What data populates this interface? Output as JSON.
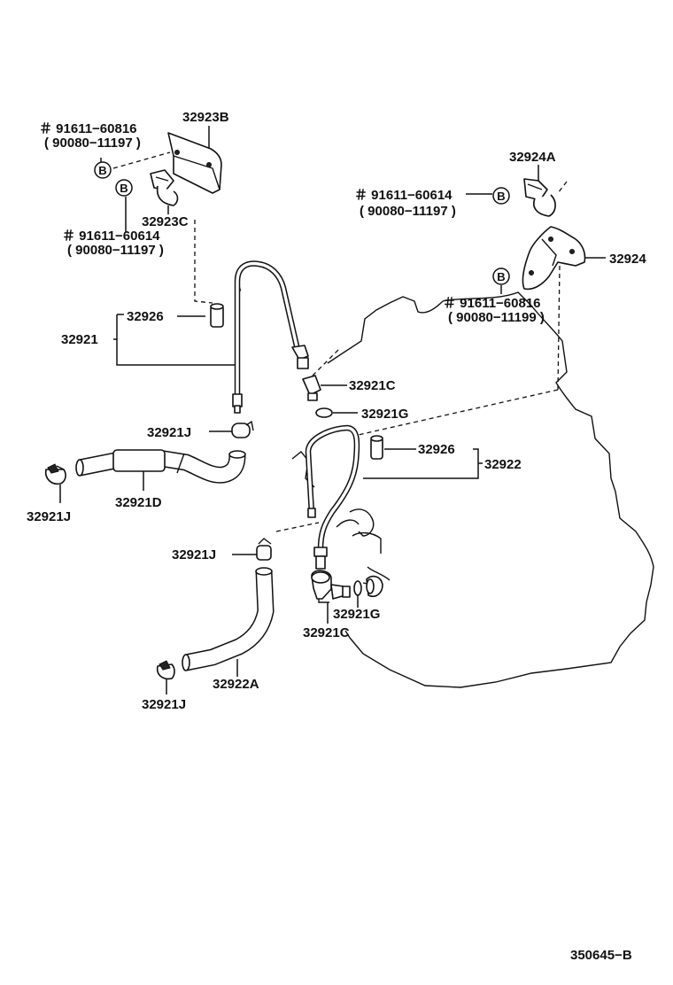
{
  "diagram": {
    "bolt_marker": "B",
    "labels": {
      "l_32923B": "32923B",
      "l_bolt1_pn": "＃ 91611−60816",
      "l_bolt1_alt": "( 90080−11197 )",
      "l_32923C": "32923C",
      "l_bolt2_pn": "＃ 91611−60614",
      "l_bolt2_alt": "( 90080−11197 )",
      "l_32924A": "32924A",
      "l_bolt3_pn": "＃ 91611−60614",
      "l_bolt3_alt": "( 90080−11197 )",
      "l_32924": "32924",
      "l_bolt4_pn": "＃ 91611−60816",
      "l_bolt4_alt": "( 90080−11199 )",
      "l_32926_top": "32926",
      "l_32921": "32921",
      "l_32921C_top": "32921C",
      "l_32921G_top": "32921G",
      "l_32921J_mid": "32921J",
      "l_32926_mid": "32926",
      "l_32922": "32922",
      "l_32921J_left": "32921J",
      "l_32921D": "32921D",
      "l_32921J_low": "32921J",
      "l_32921G_low": "32921G",
      "l_32921C_low": "32921C",
      "l_32922A": "32922A",
      "l_32921J_bottom": "32921J",
      "l_figure_code": "350645−B"
    }
  }
}
